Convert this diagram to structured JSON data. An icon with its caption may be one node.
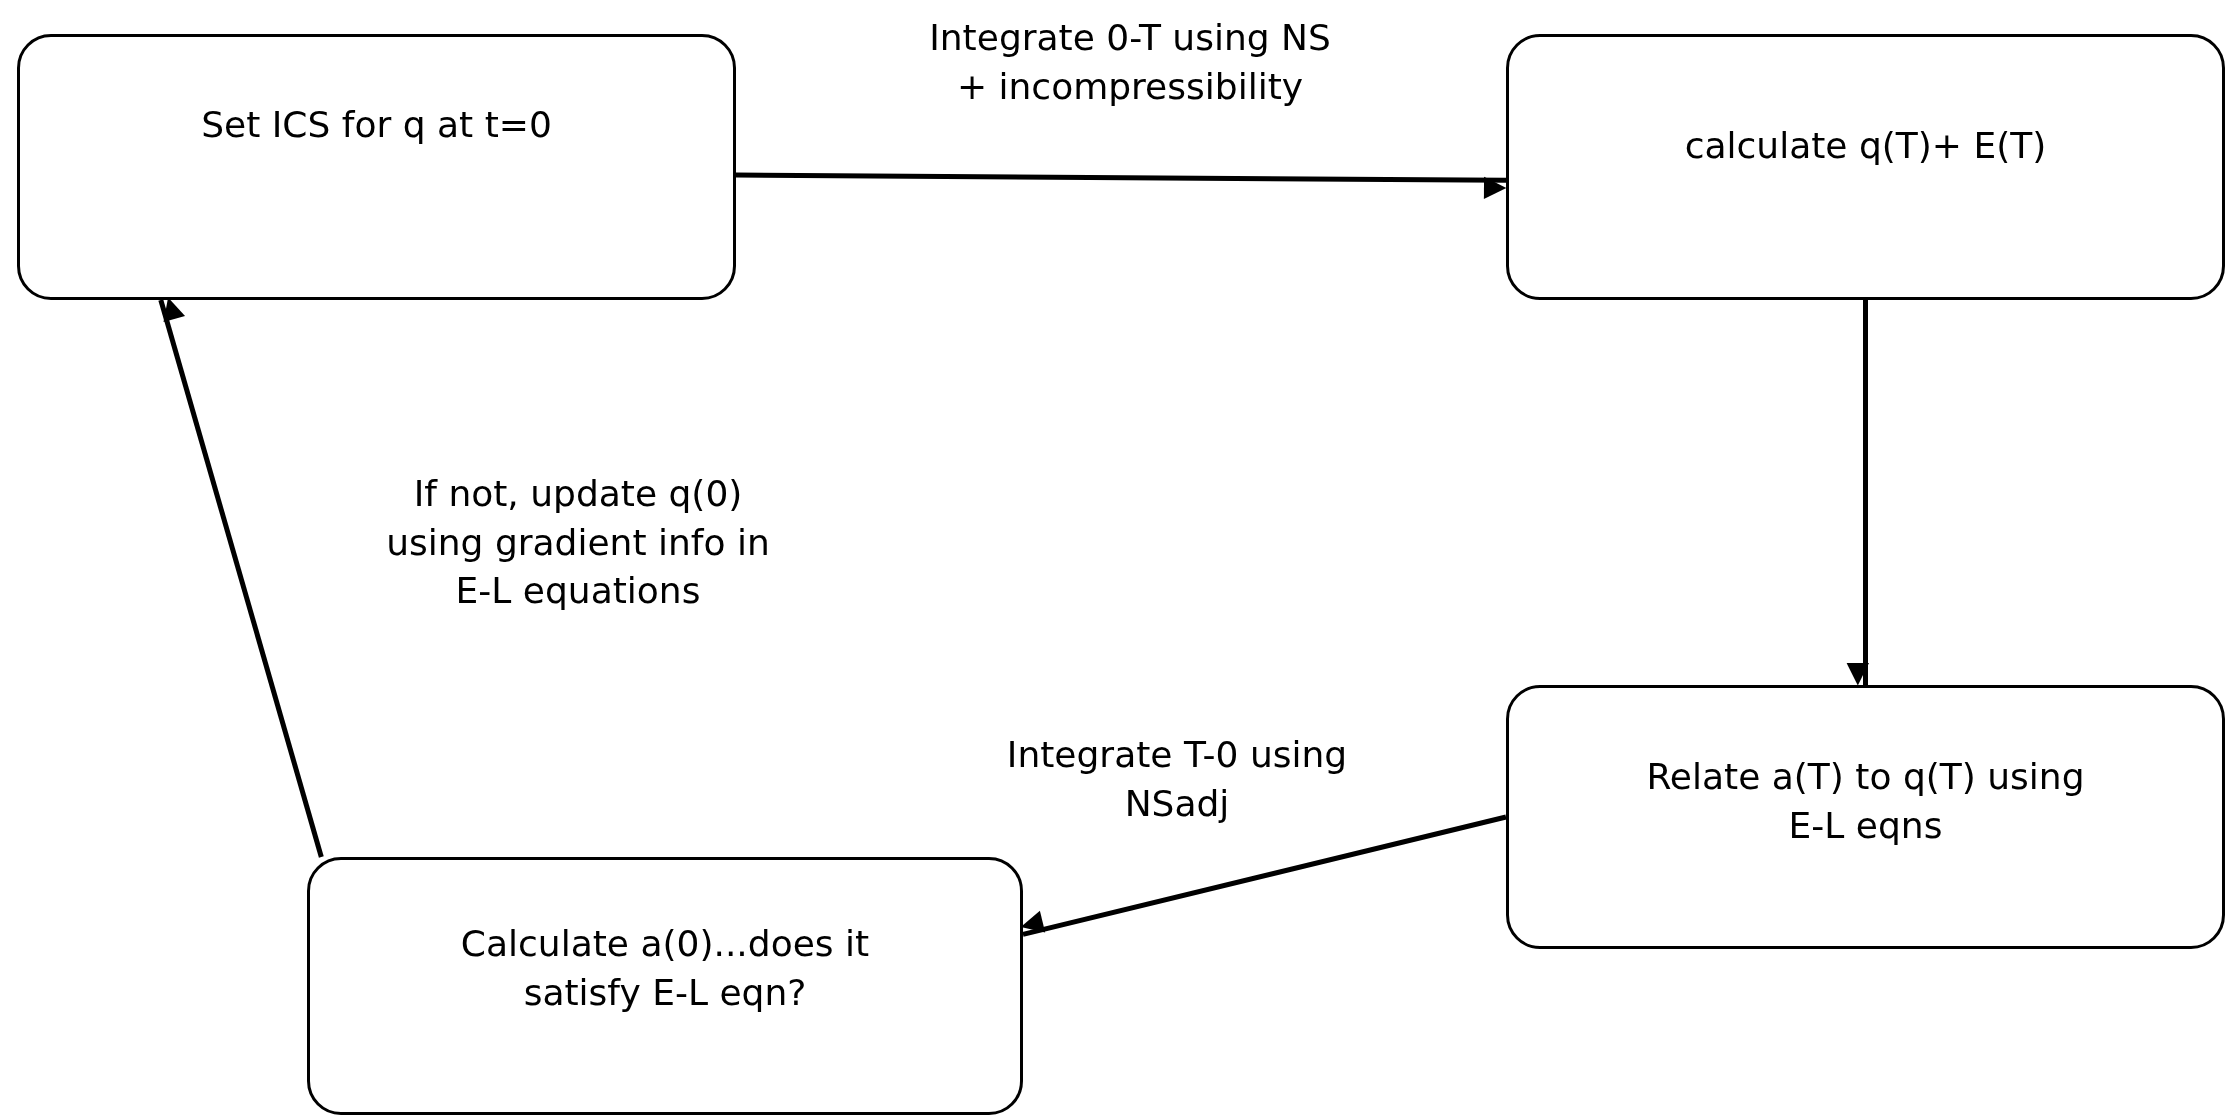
{
  "diagram": {
    "nodes": [
      {
        "text": [
          "Set ICS for q at t=0"
        ]
      },
      {
        "text": [
          "calculate q(T)+ E(T)"
        ]
      },
      {
        "text": [
          "Relate a(T) to q(T) using E-L eqns"
        ]
      },
      {
        "text": [
          "Calculate a(0)...does it satisfy E-L eqn?"
        ]
      }
    ],
    "edges": [
      {
        "from": 0,
        "to": 1,
        "arrow": "to",
        "label": "Integrate 0-T using NS + incompressibility"
      },
      {
        "from": 1,
        "to": 2,
        "arrow": "to"
      },
      {
        "from": 2,
        "to": 3,
        "arrow": "to",
        "label": "Integrate T-0 using NSadj"
      },
      {
        "from": 3,
        "to": 0,
        "arrow": "to",
        "label": "If not, update q(0) using gradient info in E-L equations"
      }
    ]
  }
}
